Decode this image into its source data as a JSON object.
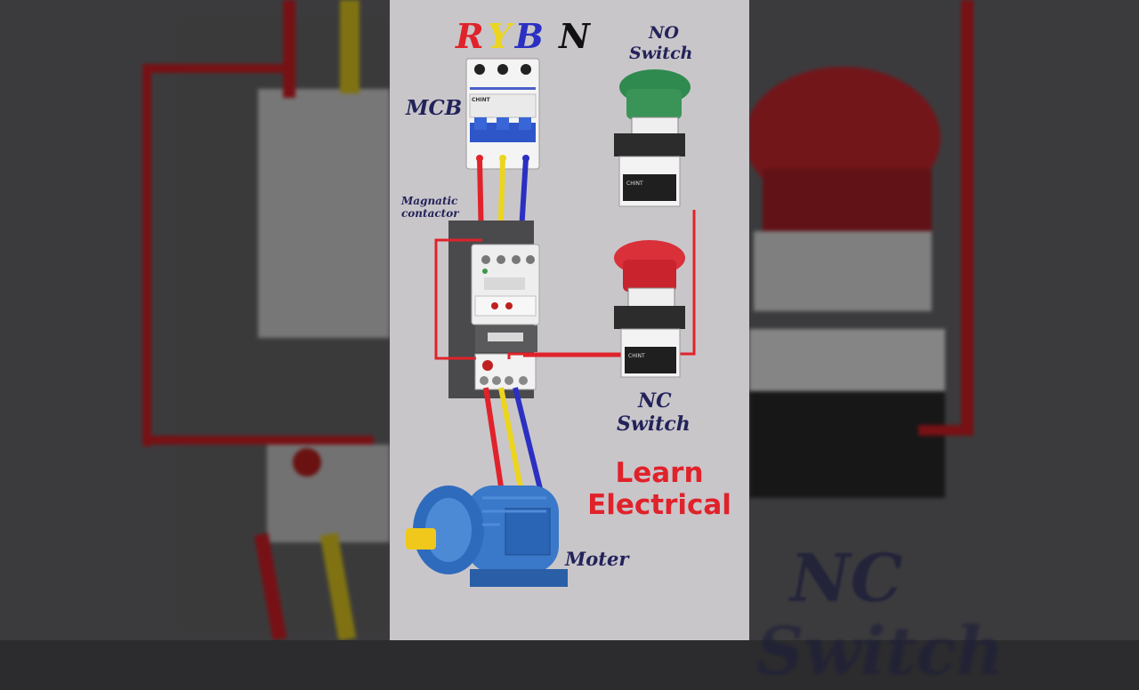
{
  "phases": {
    "r": {
      "label": "R",
      "color": "#e0232b"
    },
    "y": {
      "label": "Y",
      "color": "#ecd51e"
    },
    "b": {
      "label": "B",
      "color": "#2b2fc2"
    },
    "n": {
      "label": "N",
      "color": "#111111"
    }
  },
  "labels": {
    "mcb": "MCB",
    "contactor_line1": "Magnatic",
    "contactor_line2": "contactor",
    "no_switch_line1": "NO",
    "no_switch_line2": "Switch",
    "nc_switch_line1": "NC",
    "nc_switch_line2": "Switch",
    "motor": "Moter"
  },
  "brand": {
    "line1": "Learn",
    "line2": "Electrical"
  },
  "device_text": {
    "mcb_brand": "CHINT",
    "switch_brand": "CHINT"
  },
  "background": {
    "nc_line1": "NC",
    "nc_line2": "Switch"
  },
  "colors": {
    "panel_bg": "#c9c6ca",
    "label": "#23235a",
    "brand": "#e0222a",
    "no_button": "#2f8a4f",
    "nc_button": "#d9303a",
    "motor": "#3a78c9"
  }
}
